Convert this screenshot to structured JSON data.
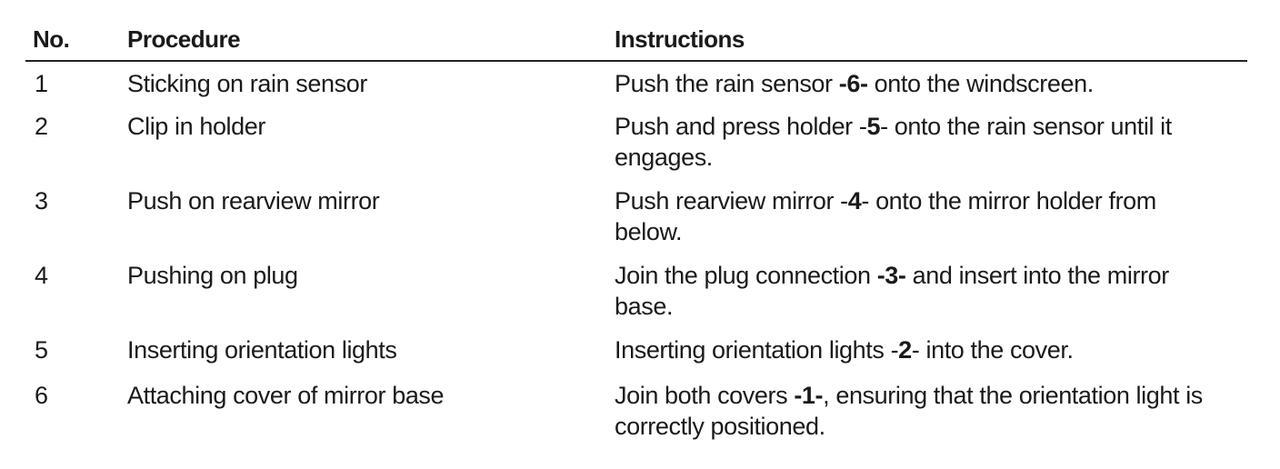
{
  "table": {
    "headers": {
      "no": "No.",
      "procedure": "Procedure",
      "instructions": "Instructions"
    },
    "rows": [
      {
        "no": "1",
        "procedure": "Sticking on rain sensor",
        "instr_before": "Push the rain sensor ",
        "instr_ref": "-6-",
        "instr_after": " onto the windscreen."
      },
      {
        "no": "2",
        "procedure": "Clip in holder",
        "instr_before": "Push and press holder -",
        "instr_ref": "5",
        "instr_after": "- onto the rain sensor until it engages."
      },
      {
        "no": "3",
        "procedure": "Push on rearview mirror",
        "instr_before": "Push rearview mirror -",
        "instr_ref": "4",
        "instr_after": "- onto the mirror holder from below."
      },
      {
        "no": "4",
        "procedure": "Pushing on plug",
        "instr_before": "Join the plug connection ",
        "instr_ref": "-3-",
        "instr_after": " and insert into the mirror base."
      },
      {
        "no": "5",
        "procedure": "Inserting orientation lights",
        "instr_before": "Inserting orientation lights -",
        "instr_ref": "2",
        "instr_after": "- into the cover."
      },
      {
        "no": "6",
        "procedure": "Attaching cover of mirror base",
        "instr_before": "Join both covers ",
        "instr_ref": "-1-",
        "instr_after": ", ensuring that the orientation light is correctly positioned."
      }
    ]
  }
}
